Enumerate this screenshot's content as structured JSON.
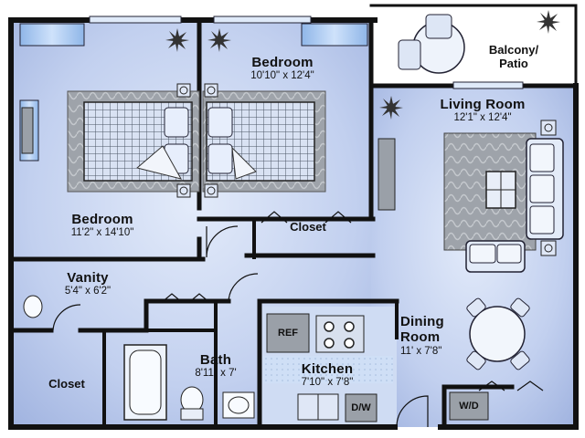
{
  "rooms": {
    "bedroom_right": {
      "name": "Bedroom",
      "dims": "10'10\" x 12'4\""
    },
    "bedroom_left": {
      "name": "Bedroom",
      "dims": "11'2\" x 14'10\""
    },
    "balcony": {
      "name_line1": "Balcony/",
      "name_line2": "Patio"
    },
    "living": {
      "name": "Living Room",
      "dims": "12'1\" x 12'4\""
    },
    "closet_top": {
      "name": "Closet"
    },
    "vanity": {
      "name": "Vanity",
      "dims": "5'4\" x 6'2\""
    },
    "dining": {
      "name_line1": "Dining",
      "name_line2": "Room",
      "dims": "11' x 7'8\""
    },
    "kitchen": {
      "name": "Kitchen",
      "dims": "7'10\" x 7'8\""
    },
    "bath": {
      "name": "Bath",
      "dims": "8'11\" x 7'"
    },
    "closet_bottom": {
      "name": "Closet"
    }
  },
  "appliances": {
    "refrigerator": "REF",
    "dishwasher": "D/W",
    "washer_dryer": "W/D"
  },
  "colors": {
    "floor": "#b9c8ea",
    "floor_light": "#dbe5f8",
    "wall": "#111111",
    "furniture_gray": "#8f959e"
  }
}
